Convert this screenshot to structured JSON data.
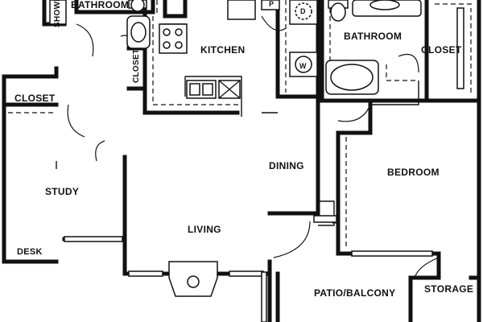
{
  "floorplan": {
    "rooms": {
      "bathroom_1": "BATHROOM",
      "shower": "SHOWER",
      "closet_hall": "CLOSET",
      "kitchen": "KITCHEN",
      "bathroom_2": "BATHROOM",
      "closet_bedroom": "CLOSET",
      "closet_study": "CLOSET",
      "study": "STUDY",
      "desk": "DESK",
      "dining": "DINING",
      "bedroom": "BEDROOM",
      "living": "LIVING",
      "patio": "PATIO/BALCONY",
      "storage": "STORAGE"
    },
    "appliance_marks": {
      "pantry": "P",
      "dryer": "D",
      "washer": "W"
    }
  }
}
